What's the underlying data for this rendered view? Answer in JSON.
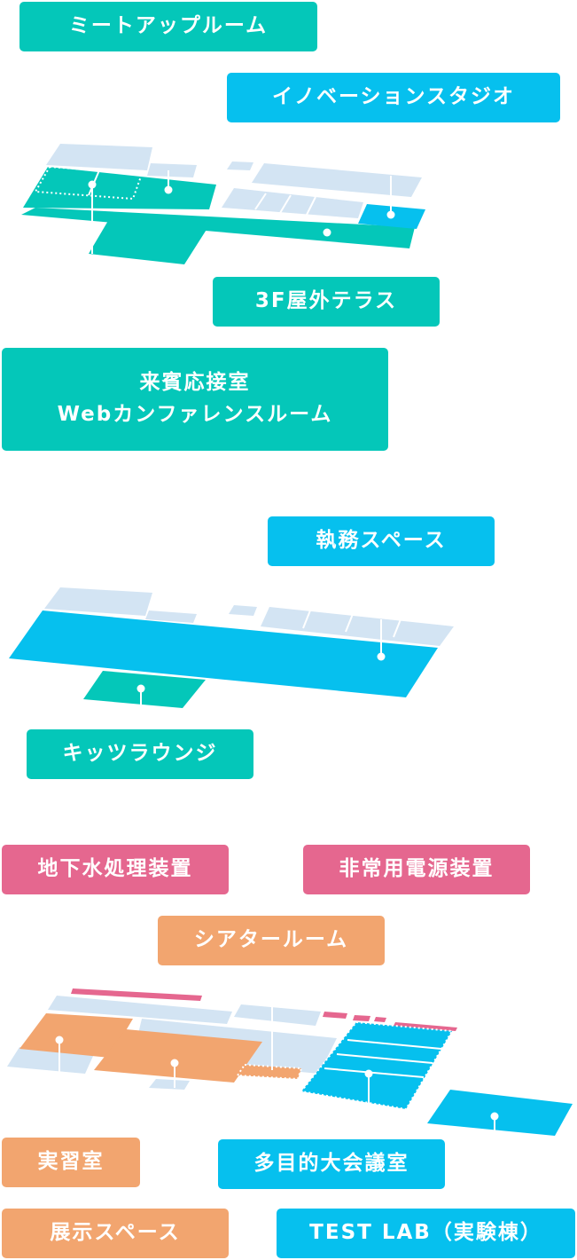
{
  "colors": {
    "teal": "#04c7b9",
    "cyan": "#06c0ee",
    "pink": "#e5678f",
    "orange": "#f2a56f",
    "pale": "#d3e4f3",
    "white": "#ffffff"
  },
  "floor3": {
    "meetup": "ミートアップルーム",
    "innovation": "イノベーションスタジオ",
    "terrace": "3F屋外テラス",
    "reception_line1": "来賓応接室",
    "reception_line2": "Webカンファレンスルーム"
  },
  "floor2": {
    "office": "執務スペース",
    "lounge": "キッツラウンジ"
  },
  "floor1": {
    "water": "地下水処理装置",
    "power": "非常用電源装置",
    "theater": "シアタールーム",
    "training": "実習室",
    "exhibit": "展示スペース",
    "conference": "多目的大会議室",
    "testlab": "TEST LAB（実験棟）"
  }
}
